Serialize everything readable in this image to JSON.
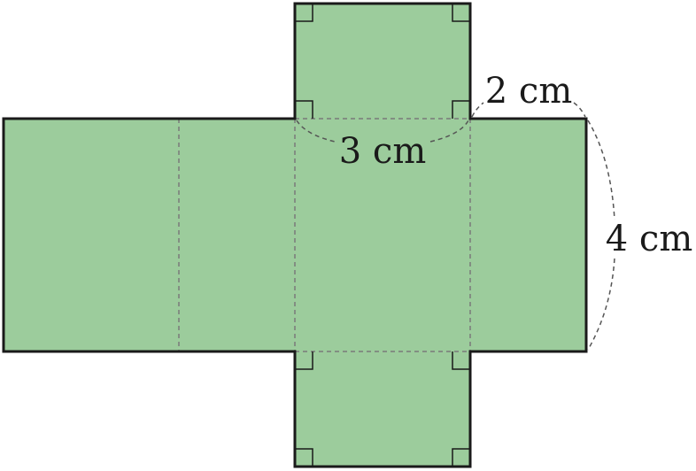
{
  "colors": {
    "face_fill": "#9ccc9c",
    "outline": "#1a1a1a",
    "fold_line": "#7a7a7a",
    "dimension_arc": "#555555",
    "background": "#ffffff"
  },
  "labels": {
    "depth": "2 cm",
    "width": "3 cm",
    "height": "4 cm"
  }
}
